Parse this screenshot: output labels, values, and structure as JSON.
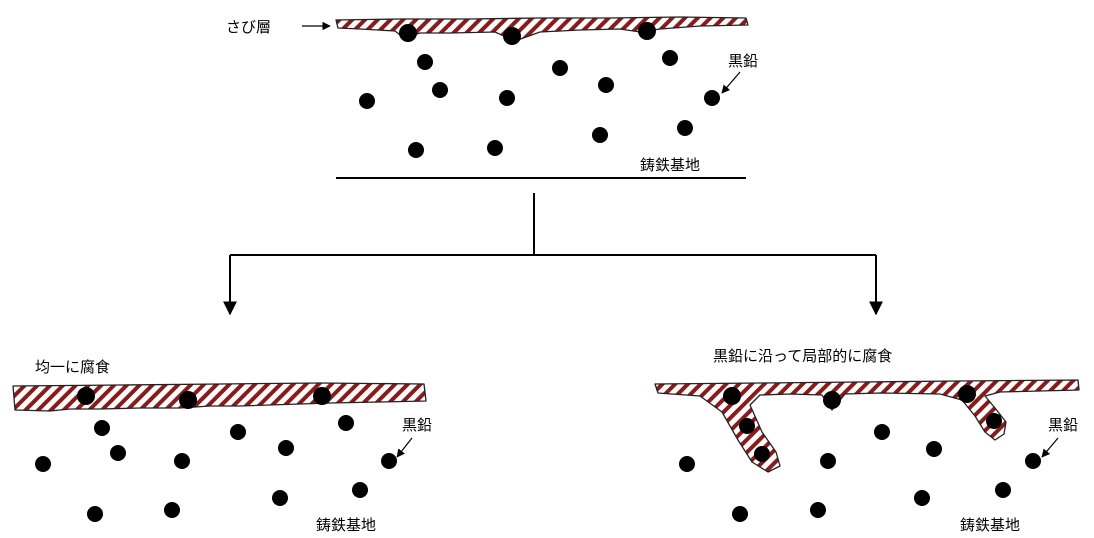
{
  "top": {
    "rust_label": "さび層",
    "graphite_label": "黒鉛",
    "matrix_label": "鋳鉄基地"
  },
  "left_panel": {
    "title": "均一に腐食",
    "graphite_label": "黒鉛",
    "matrix_label": "鋳鉄基地"
  },
  "right_panel": {
    "title": "黒鉛に沿って局部的に腐食",
    "graphite_label": "黒鉛",
    "matrix_label": "鋳鉄基地"
  },
  "colors": {
    "hatch_stripe": "#8b1a1a",
    "ink": "#000000",
    "background": "#ffffff"
  }
}
